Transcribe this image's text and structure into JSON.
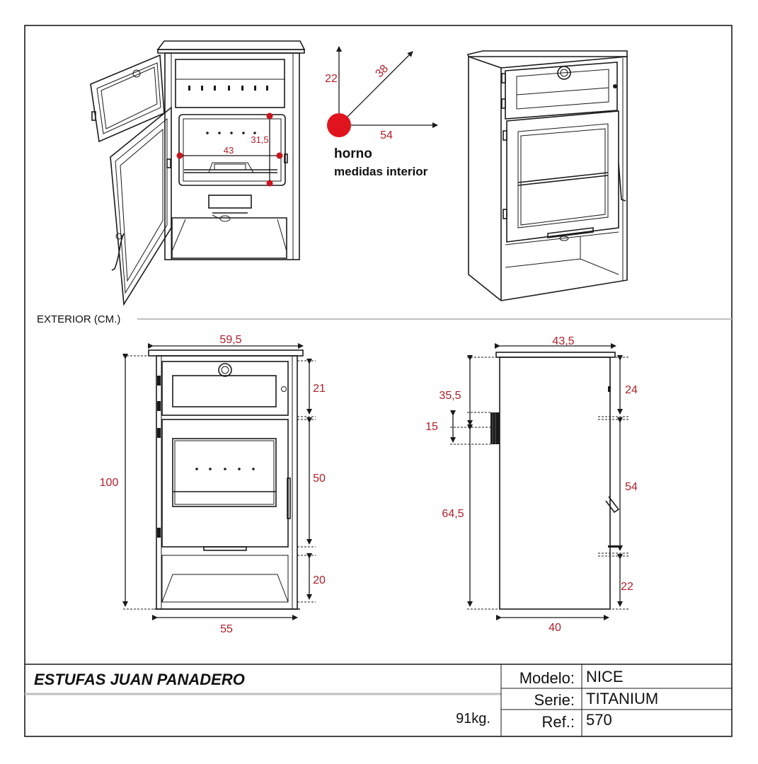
{
  "oven_interior": {
    "height": "22",
    "depth": "38",
    "width": "54",
    "title": "horno",
    "subtitle": "medidas interior",
    "firebox_width": "43",
    "firebox_height": "31,5"
  },
  "section_label": "EXTERIOR (CM.)",
  "front_view": {
    "top_width": "59,5",
    "total_height": "100",
    "oven_height": "21",
    "firebox_height": "50",
    "drawer_height": "20",
    "base_width": "55"
  },
  "side_view": {
    "top_depth": "43,5",
    "flue_height": "35,5",
    "flue_diameter": "15",
    "lower_height": "64,5",
    "oven_height": "24",
    "firebox_height": "54",
    "drawer_height": "22",
    "base_depth": "40"
  },
  "title_block": {
    "brand": "ESTUFAS JUAN PANADERO",
    "weight": "91kg.",
    "modelo_label": "Modelo:",
    "modelo_value": "NICE",
    "serie_label": "Serie:",
    "serie_value": "TITANIUM",
    "ref_label": "Ref.:",
    "ref_value": "570"
  },
  "colors": {
    "dimension_text": "#b0202a",
    "origin_dot": "#e0141e",
    "line": "#1a1a1a"
  }
}
